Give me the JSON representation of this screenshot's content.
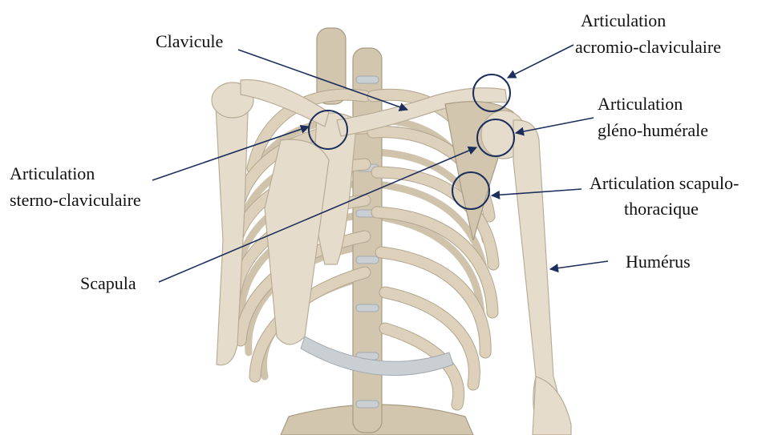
{
  "labels": {
    "clavicule": "Clavicule",
    "acromio_l1": "Articulation",
    "acromio_l2": "acromio-claviculaire",
    "gleno_l1": "Articulation",
    "gleno_l2": "gléno-humérale",
    "sterno_l1": "Articulation",
    "sterno_l2": "sterno-claviculaire",
    "scapulo_l1": "Articulation scapulo-",
    "scapulo_l2": "thoracique",
    "scapula": "Scapula",
    "humerus": "Humérus"
  },
  "colors": {
    "annotation": "#1c2e5c",
    "bone": "#e6dccb",
    "cartilage": "#c9cfd2",
    "background": "#ffffff"
  }
}
